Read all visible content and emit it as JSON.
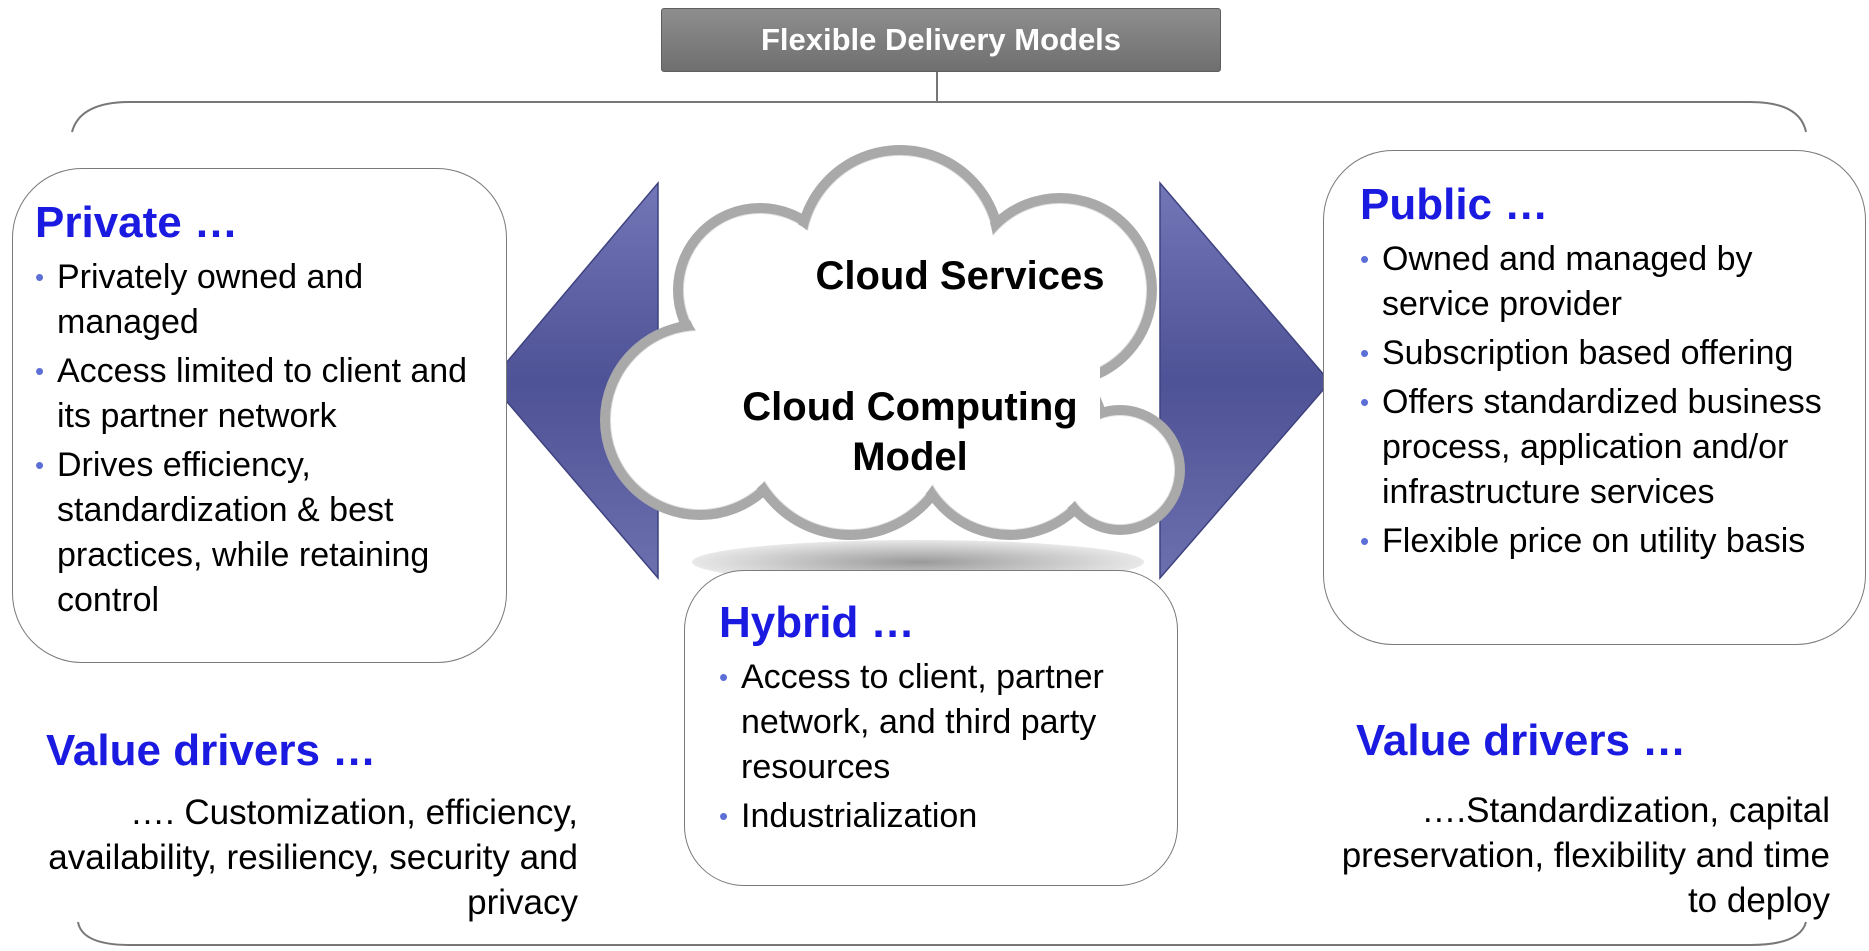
{
  "title": "Flexible Delivery Models",
  "cloud": {
    "top_label": "Cloud Services",
    "center_label": "Cloud Computing Model"
  },
  "private": {
    "heading": "Private …",
    "items": [
      "Privately owned and managed",
      "Access limited to client and its partner network",
      "Drives efficiency, standardization & best practices, while retaining control"
    ]
  },
  "public": {
    "heading": "Public …",
    "items": [
      "Owned and managed by service provider",
      "Subscription based offering",
      "Offers standardized business process, application and/or infrastructure services",
      "Flexible price on utility basis"
    ]
  },
  "hybrid": {
    "heading": "Hybrid …",
    "items": [
      "Access to client, partner network, and third party resources",
      "Industrialization"
    ]
  },
  "value_drivers_left": {
    "heading": "Value drivers …",
    "text": "…. Customization, efficiency, availability, resiliency, security and privacy"
  },
  "value_drivers_right": {
    "heading": "Value drivers …",
    "text": "….Standardization, capital preservation, flexibility and time to deploy"
  },
  "colors": {
    "heading_blue": "#1a1ae0",
    "arrow_blue": "#5b5f9e",
    "bullet_blue": "#5b6fd6",
    "title_gray": "#7f7f7f"
  }
}
